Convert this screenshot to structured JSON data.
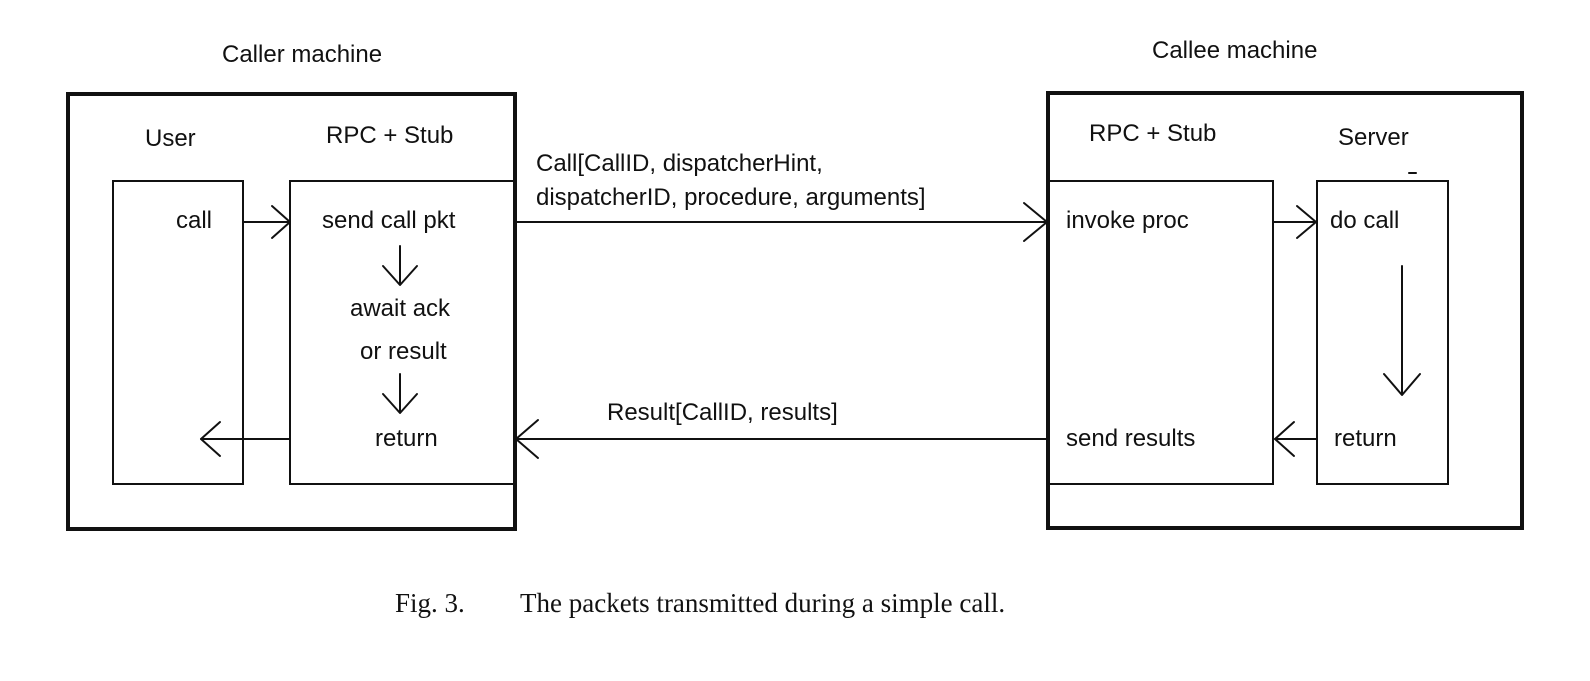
{
  "diagram": {
    "caller": {
      "title": "Caller machine",
      "user": {
        "heading": "User",
        "call": "call"
      },
      "stub": {
        "heading": "RPC + Stub",
        "send_call_pkt": "send call pkt",
        "await_ack": "await ack",
        "or_result": "or result",
        "return": "return"
      }
    },
    "callee": {
      "title": "Callee machine",
      "stub": {
        "heading": "RPC + Stub",
        "invoke_proc": "invoke proc",
        "send_results": "send results"
      },
      "server": {
        "heading": "Server",
        "do_call": "do call",
        "return": "return"
      }
    },
    "packets": {
      "call_line1": "Call[CallID, dispatcherHint,",
      "call_line2": "dispatcherID, procedure, arguments]",
      "result": "Result[CallID, results]"
    }
  },
  "caption": {
    "label": "Fig. 3.",
    "text": "The packets transmitted during a simple call."
  }
}
